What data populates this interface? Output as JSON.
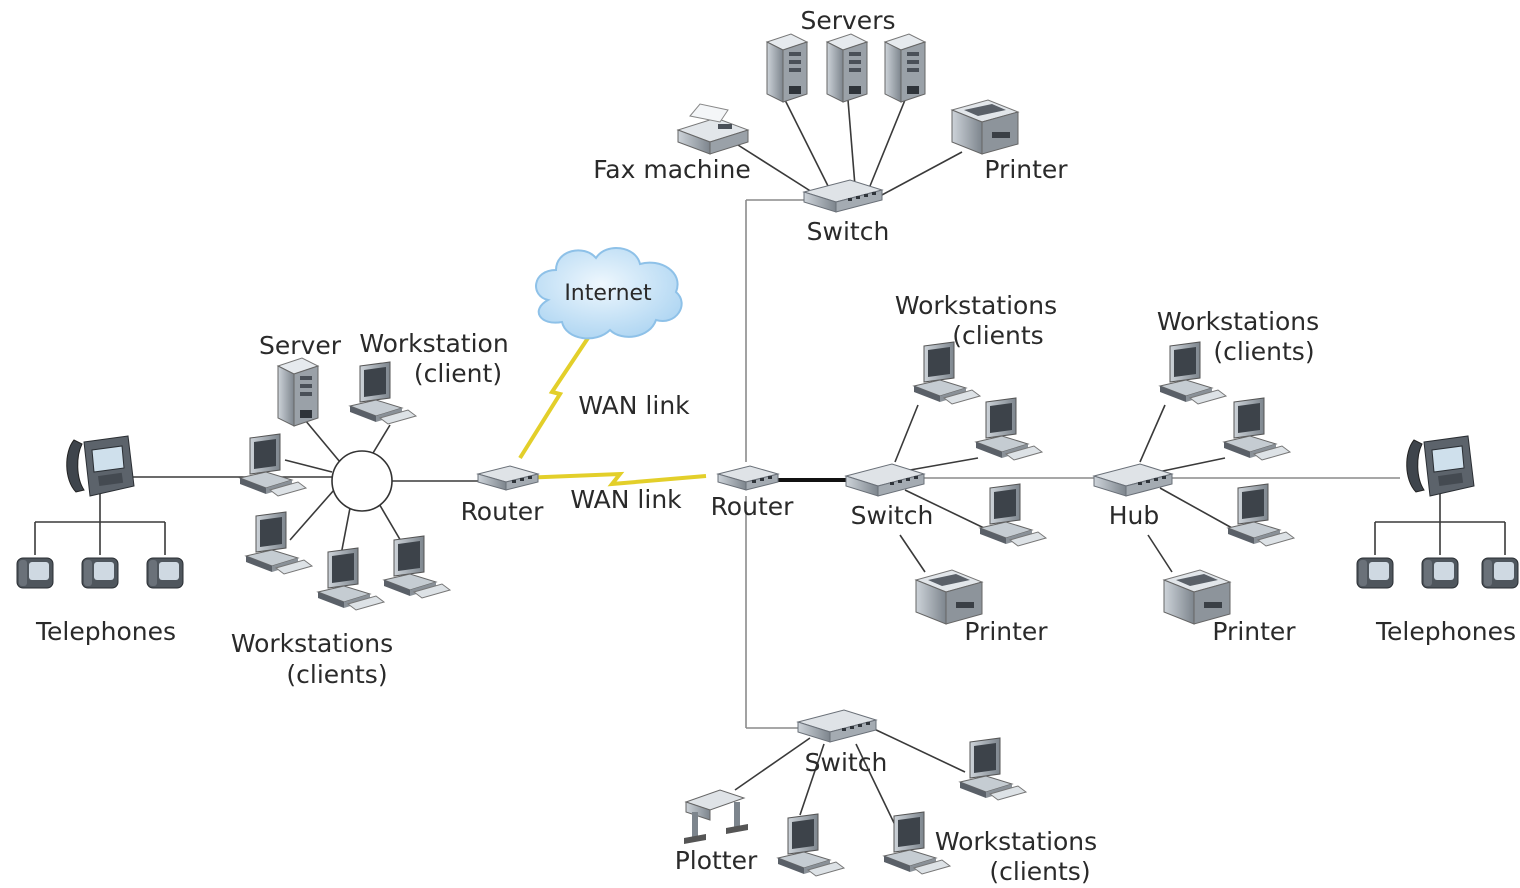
{
  "colors": {
    "background": "#ffffff",
    "wire": "#3a3a3a",
    "wan_link": "#e3cf2a",
    "cloud_fill": "#c9e3f7",
    "cloud_stroke": "#8ec1e8",
    "device_body": "#b9c0c7",
    "device_dark": "#4a5058"
  },
  "labels": {
    "servers": "Servers",
    "fax_machine": "Fax machine",
    "printer_top": "Printer",
    "switch_top": "Switch",
    "internet": "Internet",
    "wan_link_upper": "WAN link",
    "wan_link_lower": "WAN link",
    "server_left": "Server",
    "workstation_left_l1": "Workstation",
    "workstation_left_l2": "(client)",
    "router_left": "Router",
    "router_center": "Router",
    "switch_center": "Switch",
    "hub": "Hub",
    "telephones_left": "Telephones",
    "telephones_right": "Telephones",
    "workstations_left_l1": "Workstations",
    "workstations_left_l2": "(clients)",
    "workstations_center_l1": "Workstations",
    "workstations_center_l2": "(clients",
    "workstations_right_l1": "Workstations",
    "workstations_right_l2": "(clients)",
    "printer_center": "Printer",
    "printer_right": "Printer",
    "switch_bottom": "Switch",
    "plotter": "Plotter",
    "workstations_bottom_l1": "Workstations",
    "workstations_bottom_l2": "(clients)"
  },
  "icons": {
    "server": "server-tower-icon",
    "workstation": "workstation-computer-icon",
    "printer": "printer-icon",
    "fax": "fax-machine-icon",
    "switch": "network-switch-icon",
    "hub": "network-hub-icon",
    "router": "router-icon",
    "ip_phone": "ip-phone-icon",
    "telephone": "telephone-handset-icon",
    "plotter": "plotter-icon",
    "cloud": "internet-cloud-icon",
    "ring": "ring-network-icon"
  }
}
